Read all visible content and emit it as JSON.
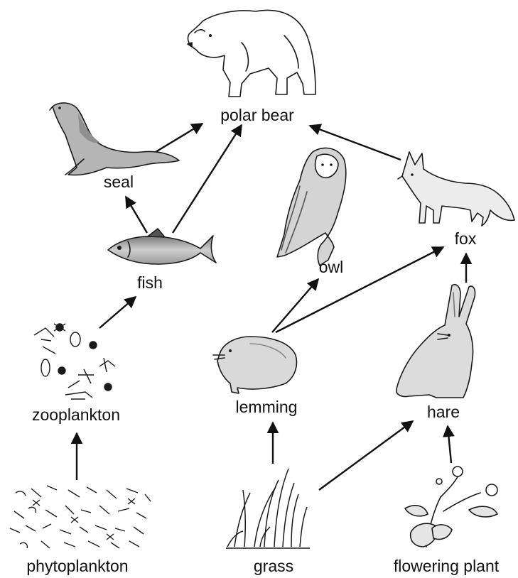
{
  "organisms": {
    "polar_bear": "polar bear",
    "seal": "seal",
    "fish": "fish",
    "zooplankton": "zooplankton",
    "phytoplankton": "phytoplankton",
    "owl": "owl",
    "fox": "fox",
    "lemming": "lemming",
    "hare": "hare",
    "grass": "grass",
    "flowering_plant": "flowering plant"
  },
  "feeding_links": [
    {
      "from": "phytoplankton",
      "to": "zooplankton"
    },
    {
      "from": "zooplankton",
      "to": "fish"
    },
    {
      "from": "fish",
      "to": "seal"
    },
    {
      "from": "fish",
      "to": "polar bear"
    },
    {
      "from": "seal",
      "to": "polar bear"
    },
    {
      "from": "fox",
      "to": "polar bear"
    },
    {
      "from": "grass",
      "to": "lemming"
    },
    {
      "from": "grass",
      "to": "hare"
    },
    {
      "from": "flowering plant",
      "to": "hare"
    },
    {
      "from": "lemming",
      "to": "owl"
    },
    {
      "from": "lemming",
      "to": "fox"
    },
    {
      "from": "hare",
      "to": "fox"
    }
  ],
  "colors": {
    "arrow": "#111111",
    "animal_fill": "#d9d9d9",
    "animal_shade": "#a8a8a8"
  }
}
